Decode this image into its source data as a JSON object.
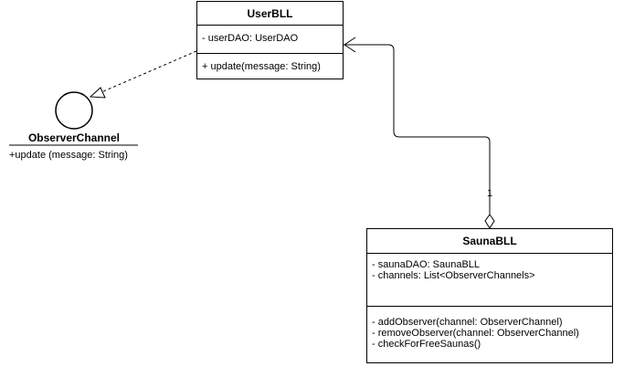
{
  "classes": {
    "userbll": {
      "name": "UserBLL",
      "attributes": [
        "- userDAO: UserDAO"
      ],
      "operations": [
        "+ update(message: String)"
      ]
    },
    "saunabll": {
      "name": "SaunaBLL",
      "attributes": [
        "- saunaDAO: SaunaBLL",
        "- channels: List<ObserverChannels>"
      ],
      "operations": [
        "- addObserver(channel: ObserverChannel)",
        "- removeObserver(channel: ObserverChannel)",
        "- checkForFreeSaunas()"
      ]
    }
  },
  "interface": {
    "name": "ObserverChannel",
    "operation": "+update (message: String)"
  },
  "associations": {
    "sauna_to_user_multiplicity": "1"
  }
}
